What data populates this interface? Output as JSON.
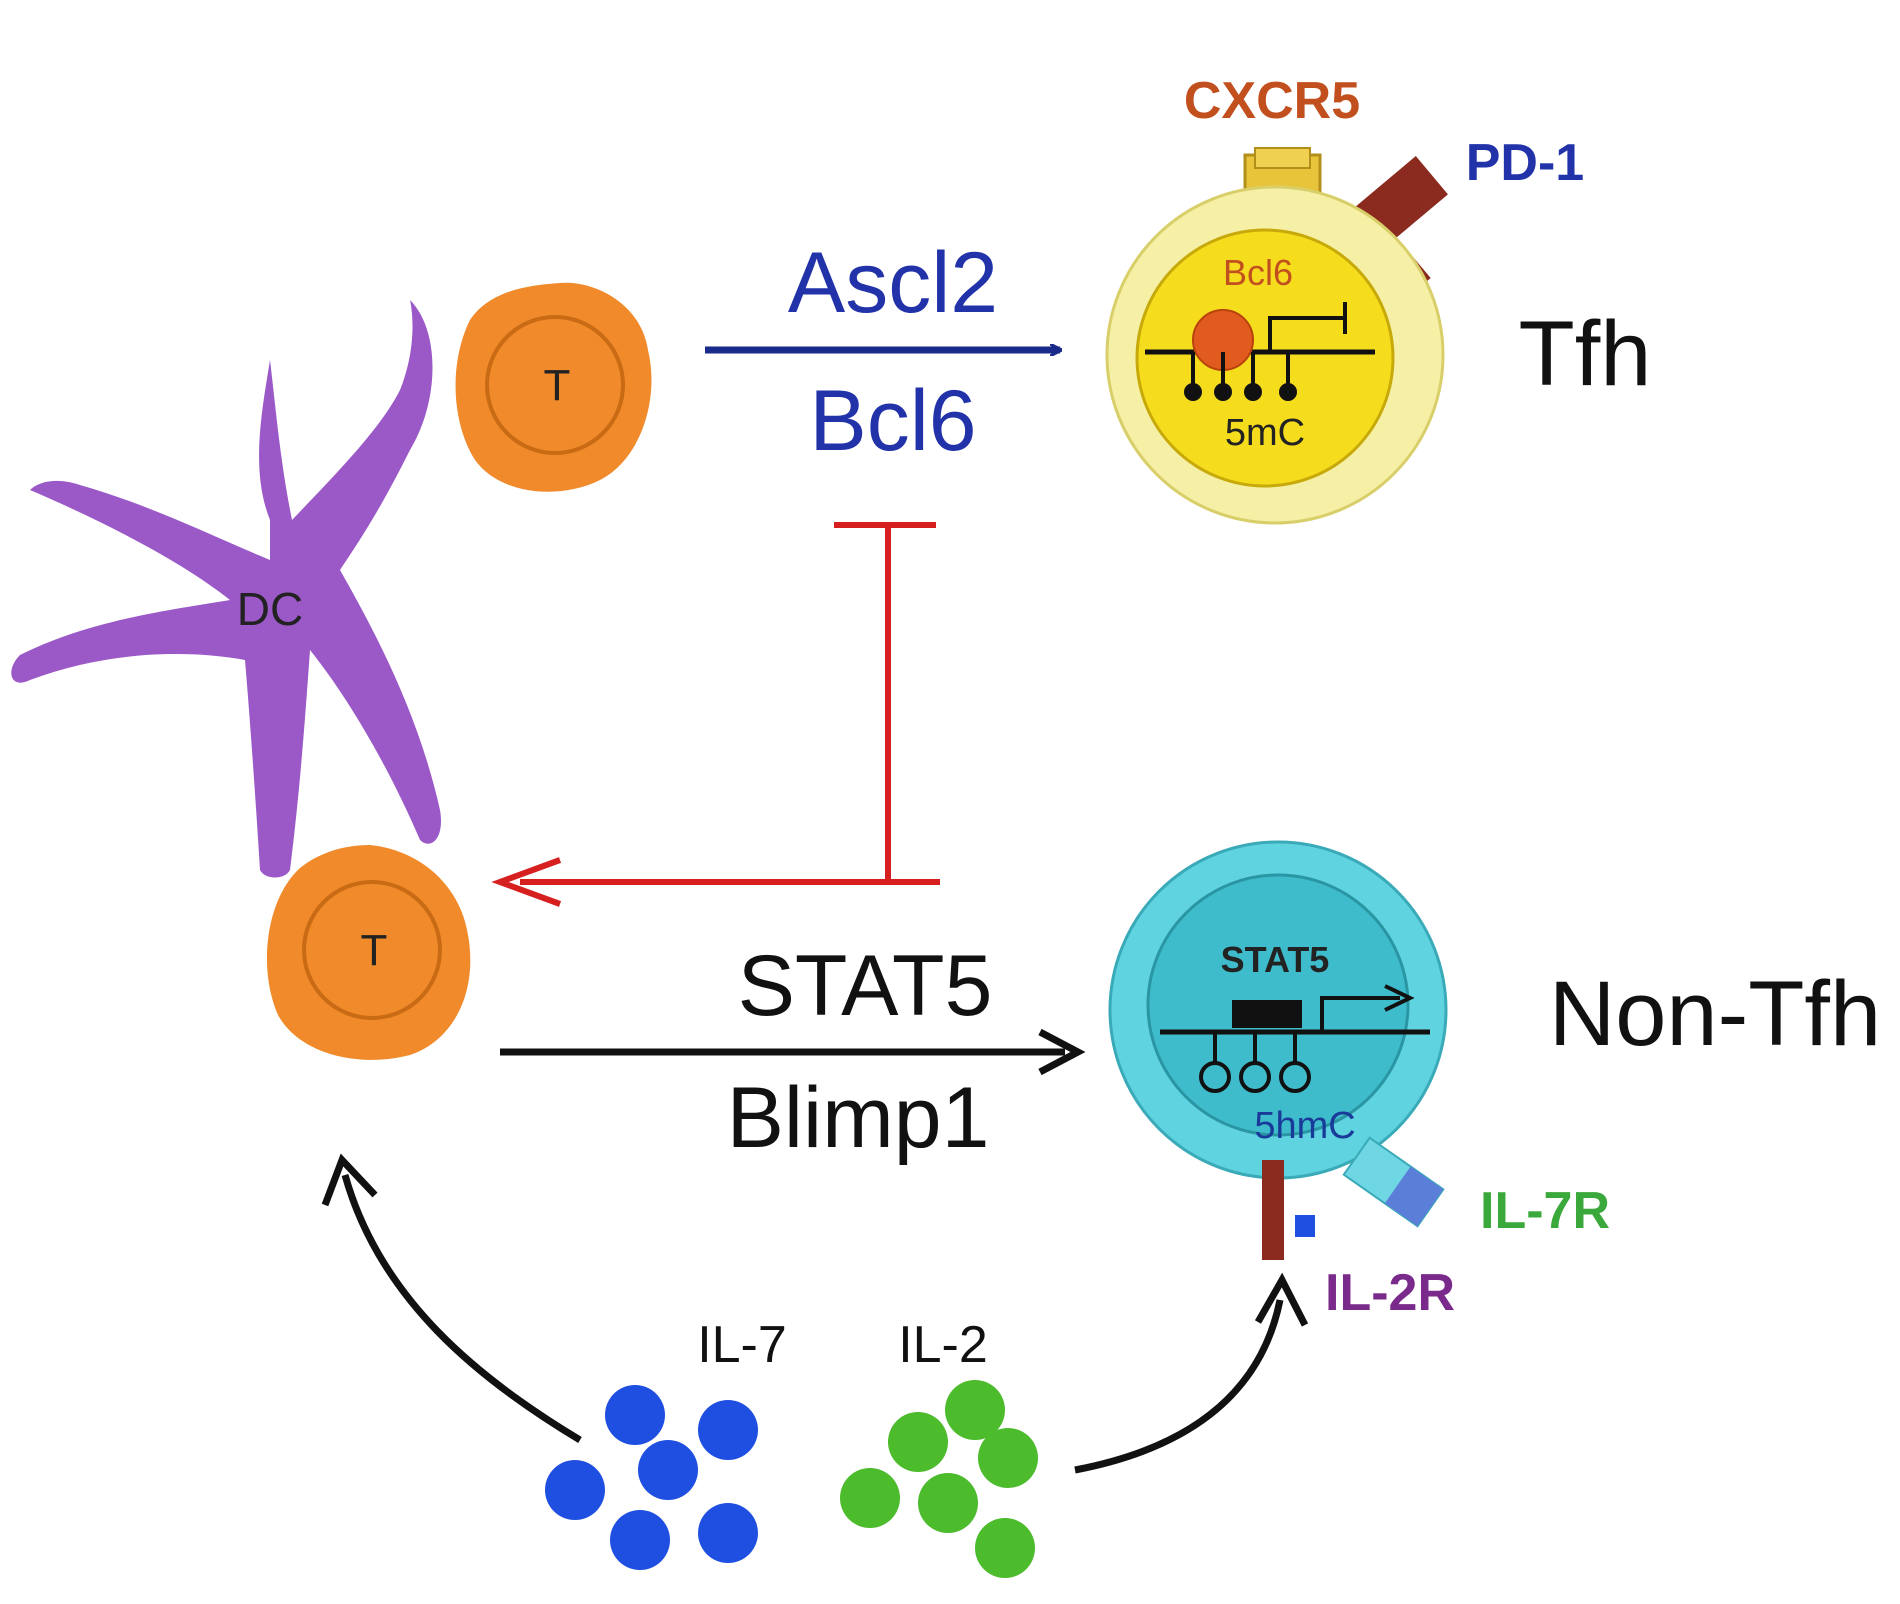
{
  "labels": {
    "dc": "DC",
    "t_cell_top": "T",
    "t_cell_bottom": "T",
    "ascl2": "Ascl2",
    "bcl6_arrow": "Bcl6",
    "cxcr5": "CXCR5",
    "pd1": "PD-1",
    "bcl6_gene": "Bcl6",
    "tfh_mark": "5mC",
    "tfh": "Tfh",
    "stat5_arrow": "STAT5",
    "blimp1": "Blimp1",
    "stat5_gene": "STAT5",
    "nontfh_mark": "5hmC",
    "nontfh": "Non-Tfh",
    "il7r": "IL-7R",
    "il2r": "IL-2R",
    "il7": "IL-7",
    "il2": "IL-2"
  },
  "colors": {
    "dc": "#9b59c8",
    "t_cell": "#f08a2a",
    "tfh_outer": "#f6f0a6",
    "tfh_inner": "#f5dc1c",
    "nontfh_outer": "#5fd4e0",
    "nontfh_inner": "#3fbccb",
    "blue_arrow": "#1a2a8a",
    "blue_text": "#2233aa",
    "red_arrow": "#d62020",
    "il7": "#1f4fe0",
    "il2": "#4cbb2c",
    "cxcr5": "#c2501f",
    "pd1": "#2233aa",
    "il7r": "#3aa83a",
    "il2r": "#7a2a8a"
  }
}
